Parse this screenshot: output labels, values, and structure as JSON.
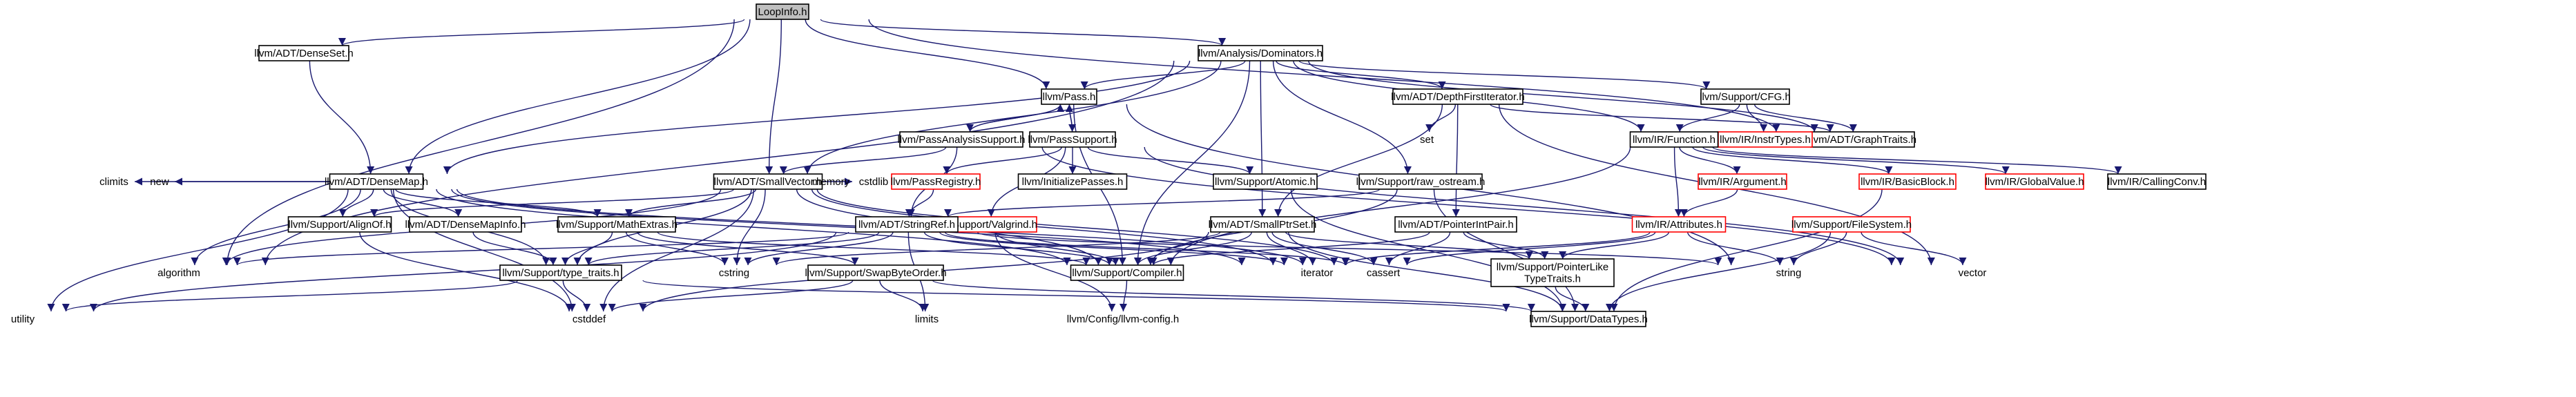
{
  "graph": {
    "nodes": [
      {
        "id": "root",
        "label": "LoopInfo.h",
        "style": "root"
      },
      {
        "id": "densesetH",
        "label": "llvm/ADT/DenseSet.h",
        "style": "box"
      },
      {
        "id": "dominators",
        "label": "llvm/Analysis/Dominators.h",
        "style": "box"
      },
      {
        "id": "densemap",
        "label": "llvm/ADT/DenseMap.h",
        "style": "box"
      },
      {
        "id": "pass",
        "label": "llvm/Pass.h",
        "style": "box"
      },
      {
        "id": "dfi",
        "label": "llvm/ADT/DepthFirstIterator.h",
        "style": "box"
      },
      {
        "id": "cfg",
        "label": "llvm/Support/CFG.h",
        "style": "box"
      },
      {
        "id": "graphtraits",
        "label": "llvm/ADT/GraphTraits.h",
        "style": "box"
      },
      {
        "id": "passanalysis",
        "label": "llvm/PassAnalysisSupport.h",
        "style": "box"
      },
      {
        "id": "passsupport",
        "label": "llvm/PassSupport.h",
        "style": "box"
      },
      {
        "id": "instrtypes",
        "label": "llvm/IR/InstrTypes.h",
        "style": "red"
      },
      {
        "id": "function",
        "label": "llvm/IR/Function.h",
        "style": "box"
      },
      {
        "id": "smallvector",
        "label": "llvm/ADT/SmallVector.h",
        "style": "box"
      },
      {
        "id": "passregistry",
        "label": "llvm/PassRegistry.h",
        "style": "red"
      },
      {
        "id": "initpasses",
        "label": "llvm/InitializePasses.h",
        "style": "box"
      },
      {
        "id": "atomic",
        "label": "llvm/Support/Atomic.h",
        "style": "box"
      },
      {
        "id": "rawostream",
        "label": "llvm/Support/raw_ostream.h",
        "style": "box"
      },
      {
        "id": "argument",
        "label": "llvm/IR/Argument.h",
        "style": "red"
      },
      {
        "id": "basicblock",
        "label": "llvm/IR/BasicBlock.h",
        "style": "red"
      },
      {
        "id": "globalvalue",
        "label": "llvm/IR/GlobalValue.h",
        "style": "red"
      },
      {
        "id": "callingconv",
        "label": "llvm/IR/CallingConv.h",
        "style": "box"
      },
      {
        "id": "alignof",
        "label": "llvm/Support/AlignOf.h",
        "style": "box"
      },
      {
        "id": "densemapinfo",
        "label": "llvm/ADT/DenseMapInfo.h",
        "style": "box"
      },
      {
        "id": "mathextras",
        "label": "llvm/Support/MathExtras.h",
        "style": "box"
      },
      {
        "id": "valgrind",
        "label": "llvm/Support/Valgrind.h",
        "style": "red"
      },
      {
        "id": "stringref",
        "label": "llvm/ADT/StringRef.h",
        "style": "box"
      },
      {
        "id": "smallptrset",
        "label": "llvm/ADT/SmallPtrSet.h",
        "style": "box"
      },
      {
        "id": "pointerintpair",
        "label": "llvm/ADT/PointerIntPair.h",
        "style": "box"
      },
      {
        "id": "attributes",
        "label": "llvm/IR/Attributes.h",
        "style": "red"
      },
      {
        "id": "filesystem",
        "label": "llvm/Support/FileSystem.h",
        "style": "red"
      },
      {
        "id": "typetraits",
        "label": "llvm/Support/type_traits.h",
        "style": "box"
      },
      {
        "id": "swapbyteorder",
        "label": "llvm/Support/SwapByteOrder.h",
        "style": "box"
      },
      {
        "id": "compiler",
        "label": "llvm/Support/Compiler.h",
        "style": "box"
      },
      {
        "id": "ptrliketypetraits",
        "label": "llvm/Support/PointerLike\nTypeTraits.h",
        "style": "box"
      },
      {
        "id": "llvmconfig",
        "label": "llvm/Config/llvm-config.h",
        "style": "none"
      },
      {
        "id": "datatypes",
        "label": "llvm/Support/DataTypes.h",
        "style": "box"
      },
      {
        "id": "climits",
        "label": "climits",
        "style": "none"
      },
      {
        "id": "new",
        "label": "new",
        "style": "none"
      },
      {
        "id": "algorithm",
        "label": "algorithm",
        "style": "none"
      },
      {
        "id": "utility",
        "label": "utility",
        "style": "none"
      },
      {
        "id": "cstddef",
        "label": "cstddef",
        "style": "none"
      },
      {
        "id": "memory",
        "label": "memory",
        "style": "none"
      },
      {
        "id": "cstdlib",
        "label": "cstdlib",
        "style": "none"
      },
      {
        "id": "cstring",
        "label": "cstring",
        "style": "none"
      },
      {
        "id": "limits",
        "label": "limits",
        "style": "none"
      },
      {
        "id": "iterator",
        "label": "iterator",
        "style": "none"
      },
      {
        "id": "cassert",
        "label": "cassert",
        "style": "none"
      },
      {
        "id": "string",
        "label": "string",
        "style": "none"
      },
      {
        "id": "vector",
        "label": "vector",
        "style": "none"
      },
      {
        "id": "set",
        "label": "set",
        "style": "none"
      }
    ],
    "edges": [
      [
        "root",
        "densesetH"
      ],
      [
        "root",
        "dominators"
      ],
      [
        "root",
        "densemap"
      ],
      [
        "root",
        "smallvector"
      ],
      [
        "root",
        "algorithm"
      ],
      [
        "root",
        "graphtraits"
      ],
      [
        "root",
        "pass"
      ],
      [
        "densesetH",
        "densemap"
      ],
      [
        "dominators",
        "pass"
      ],
      [
        "dominators",
        "dfi"
      ],
      [
        "dominators",
        "cfg"
      ],
      [
        "dominators",
        "graphtraits"
      ],
      [
        "dominators",
        "function"
      ],
      [
        "dominators",
        "densemap"
      ],
      [
        "dominators",
        "smallvector"
      ],
      [
        "dominators",
        "smallptrset"
      ],
      [
        "dominators",
        "rawostream"
      ],
      [
        "dominators",
        "compiler"
      ],
      [
        "dominators",
        "algorithm"
      ],
      [
        "pass",
        "passanalysis"
      ],
      [
        "pass",
        "passsupport"
      ],
      [
        "pass",
        "compiler"
      ],
      [
        "pass",
        "string"
      ],
      [
        "passanalysis",
        "pass"
      ],
      [
        "passanalysis",
        "smallvector"
      ],
      [
        "passanalysis",
        "stringref"
      ],
      [
        "passanalysis",
        "vector"
      ],
      [
        "passsupport",
        "pass"
      ],
      [
        "passsupport",
        "passregistry"
      ],
      [
        "passsupport",
        "initpasses"
      ],
      [
        "passsupport",
        "atomic"
      ],
      [
        "passsupport",
        "valgrind"
      ],
      [
        "passsupport",
        "vector"
      ],
      [
        "dfi",
        "smallptrset"
      ],
      [
        "dfi",
        "set"
      ],
      [
        "dfi",
        "pointerintpair"
      ],
      [
        "dfi",
        "graphtraits"
      ],
      [
        "dfi",
        "vector"
      ],
      [
        "cfg",
        "function"
      ],
      [
        "cfg",
        "instrtypes"
      ],
      [
        "cfg",
        "graphtraits"
      ],
      [
        "function",
        "argument"
      ],
      [
        "function",
        "basicblock"
      ],
      [
        "function",
        "globalvalue"
      ],
      [
        "function",
        "callingconv"
      ],
      [
        "function",
        "attributes"
      ],
      [
        "function",
        "compiler"
      ],
      [
        "densemap",
        "climits"
      ],
      [
        "densemap",
        "new"
      ],
      [
        "densemap",
        "algorithm"
      ],
      [
        "densemap",
        "utility"
      ],
      [
        "densemap",
        "cstddef"
      ],
      [
        "densemap",
        "alignof"
      ],
      [
        "densemap",
        "densemapinfo"
      ],
      [
        "densemap",
        "mathextras"
      ],
      [
        "densemap",
        "typetraits"
      ],
      [
        "densemap",
        "compiler"
      ],
      [
        "densemap",
        "cassert"
      ],
      [
        "densemap",
        "iterator"
      ],
      [
        "smallvector",
        "memory"
      ],
      [
        "smallvector",
        "cstdlib"
      ],
      [
        "smallvector",
        "cstring"
      ],
      [
        "smallvector",
        "algorithm"
      ],
      [
        "smallvector",
        "cstddef"
      ],
      [
        "smallvector",
        "alignof"
      ],
      [
        "smallvector",
        "mathextras"
      ],
      [
        "smallvector",
        "typetraits"
      ],
      [
        "smallvector",
        "compiler"
      ],
      [
        "smallvector",
        "cassert"
      ],
      [
        "smallvector",
        "iterator"
      ],
      [
        "passregistry",
        "stringref"
      ],
      [
        "atomic",
        "datatypes"
      ],
      [
        "rawostream",
        "compiler"
      ],
      [
        "rawostream",
        "datatypes"
      ],
      [
        "rawostream",
        "stringref"
      ],
      [
        "argument",
        "attributes"
      ],
      [
        "basicblock",
        "datatypes"
      ],
      [
        "alignof",
        "cstddef"
      ],
      [
        "densemapinfo",
        "typetraits"
      ],
      [
        "mathextras",
        "compiler"
      ],
      [
        "mathextras",
        "swapbyteorder"
      ],
      [
        "mathextras",
        "typetraits"
      ],
      [
        "mathextras",
        "cstring"
      ],
      [
        "valgrind",
        "llvmconfig"
      ],
      [
        "valgrind",
        "compiler"
      ],
      [
        "stringref",
        "cstring"
      ],
      [
        "stringref",
        "algorithm"
      ],
      [
        "stringref",
        "limits"
      ],
      [
        "stringref",
        "utility"
      ],
      [
        "stringref",
        "cassert"
      ],
      [
        "stringref",
        "string"
      ],
      [
        "stringref",
        "typetraits"
      ],
      [
        "stringref",
        "compiler"
      ],
      [
        "stringref",
        "iterator"
      ],
      [
        "smallptrset",
        "compiler"
      ],
      [
        "smallptrset",
        "datatypes"
      ],
      [
        "smallptrset",
        "ptrliketypetraits"
      ],
      [
        "smallptrset",
        "cassert"
      ],
      [
        "smallptrset",
        "cstring"
      ],
      [
        "smallptrset",
        "iterator"
      ],
      [
        "smallptrset",
        "cstddef"
      ],
      [
        "pointerintpair",
        "compiler"
      ],
      [
        "pointerintpair",
        "ptrliketypetraits"
      ],
      [
        "pointerintpair",
        "cassert"
      ],
      [
        "attributes",
        "ptrliketypetraits"
      ],
      [
        "attributes",
        "string"
      ],
      [
        "attributes",
        "cassert"
      ],
      [
        "attributes",
        "iterator"
      ],
      [
        "filesystem",
        "datatypes"
      ],
      [
        "filesystem",
        "string"
      ],
      [
        "filesystem",
        "vector"
      ],
      [
        "typetraits",
        "cstddef"
      ],
      [
        "typetraits",
        "utility"
      ],
      [
        "typetraits",
        "datatypes"
      ],
      [
        "swapbyteorder",
        "datatypes"
      ],
      [
        "swapbyteorder",
        "cstddef"
      ],
      [
        "swapbyteorder",
        "limits"
      ],
      [
        "compiler",
        "llvmconfig"
      ],
      [
        "ptrliketypetraits",
        "datatypes"
      ]
    ]
  }
}
